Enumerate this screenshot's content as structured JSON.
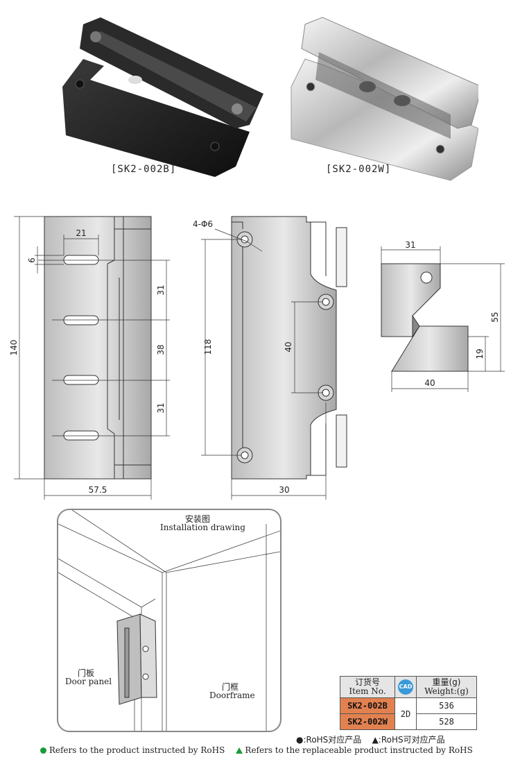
{
  "products": [
    {
      "caption": "[SK2-002B]",
      "finish": "black"
    },
    {
      "caption": "[SK2-002W]",
      "finish": "chrome"
    }
  ],
  "front_view": {
    "overall_height": "140",
    "slot_width": "21",
    "slot_height": "6",
    "spacing_1": "31",
    "spacing_2": "38",
    "spacing_3": "31",
    "overall_width": "57.5"
  },
  "back_view": {
    "holes_label": "4-Φ6",
    "hole_spacing_outer": "118",
    "hole_spacing_inner": "40",
    "hole_offset": "30"
  },
  "side_view": {
    "top_width": "31",
    "height": "55",
    "notch_height": "19",
    "base_width": "40"
  },
  "installation": {
    "title_cn": "安装图",
    "title_en": "Installation drawing",
    "door_panel_cn": "门板",
    "door_panel_en": "Door panel",
    "door_frame_cn": "门框",
    "door_frame_en": "Doorframe"
  },
  "spec_table": {
    "header_item_cn": "订货号",
    "header_item_en": "Item No.",
    "cad_label": "CAD",
    "header_weight_cn": "重量(g)",
    "header_weight_en": "Weight:(g)",
    "cad_type": "2D",
    "rows": [
      {
        "item": "SK2-002B",
        "weight": "536"
      },
      {
        "item": "SK2-002W",
        "weight": "528"
      }
    ]
  },
  "rohs": {
    "cn_line": {
      "full": "●:RoHS对应产品",
      "replaceable": "▲:RoHS可对应产品"
    },
    "en_full": "Refers to the product instructed by RoHS",
    "en_replaceable": "Refers to the replaceable product instructed by RoHS",
    "color": "#1a9b3a"
  }
}
